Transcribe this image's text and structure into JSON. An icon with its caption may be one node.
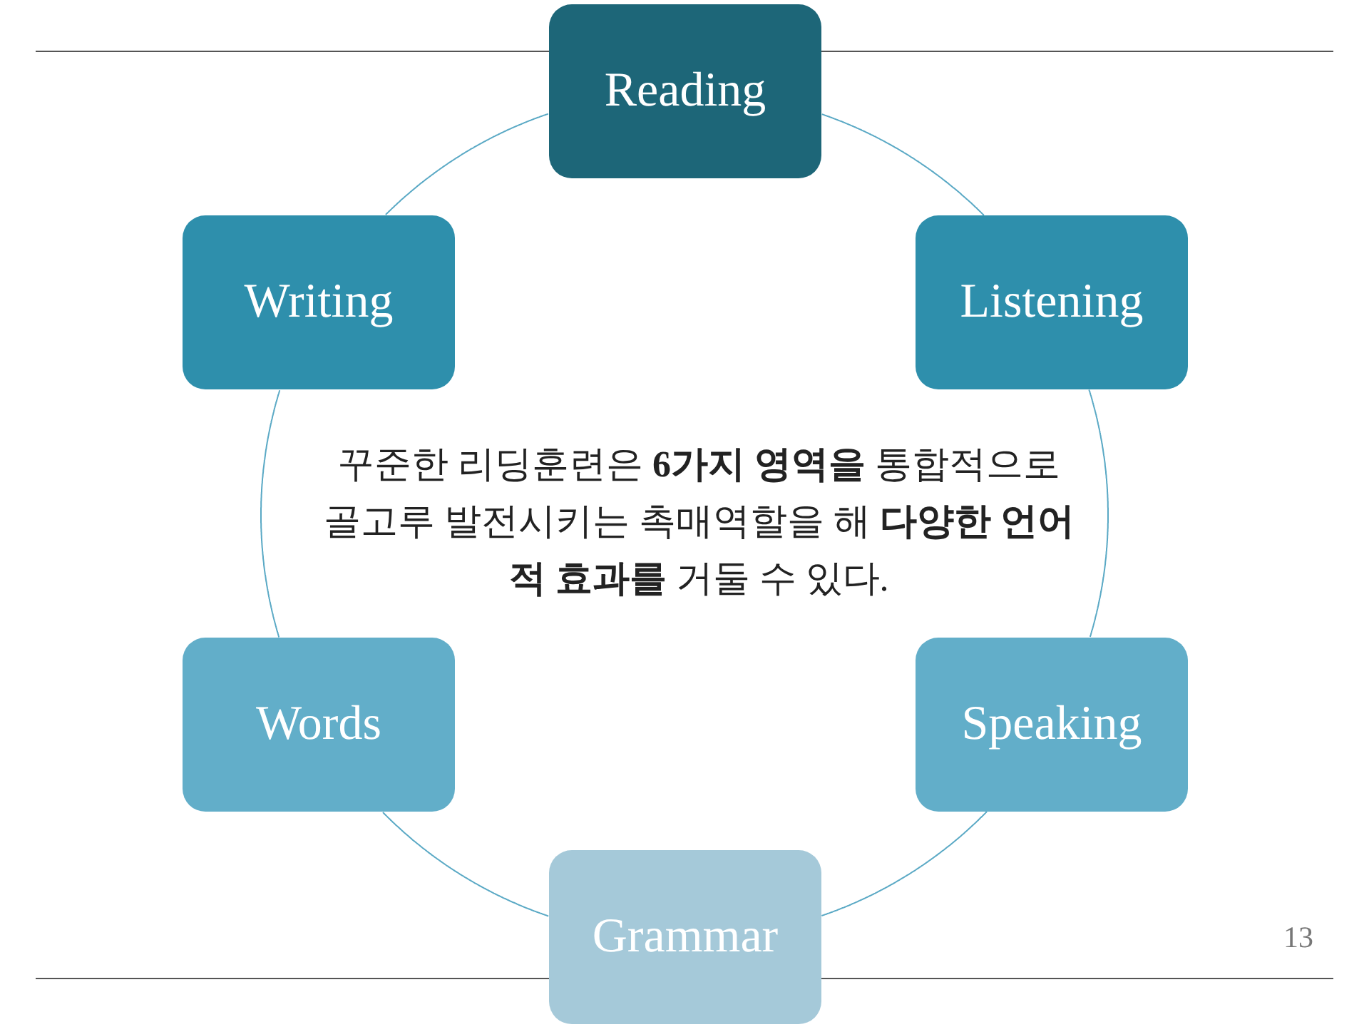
{
  "diagram": {
    "nodes": [
      {
        "text": [
          "Reading"
        ]
      },
      {
        "text": [
          "Writing"
        ]
      },
      {
        "text": [
          "Listening"
        ]
      },
      {
        "text": [
          "Words"
        ]
      },
      {
        "text": [
          "Speaking"
        ]
      },
      {
        "text": [
          "Grammar"
        ]
      }
    ],
    "edges": [
      {
        "from": 0,
        "to": 2,
        "arrow": "none"
      },
      {
        "from": 2,
        "to": 4,
        "arrow": "none"
      },
      {
        "from": 4,
        "to": 5,
        "arrow": "none"
      },
      {
        "from": 5,
        "to": 3,
        "arrow": "none"
      },
      {
        "from": 3,
        "to": 1,
        "arrow": "none"
      },
      {
        "from": 1,
        "to": 0,
        "arrow": "none"
      }
    ],
    "labels": [
      "꾸준한 리딩훈련은 **6가지 영역을** 통합적으로 골고루 발전시키는 촉매역할을 해 **다양한 언어적 효과를** 거둘 수 있다.",
      "13"
    ]
  }
}
